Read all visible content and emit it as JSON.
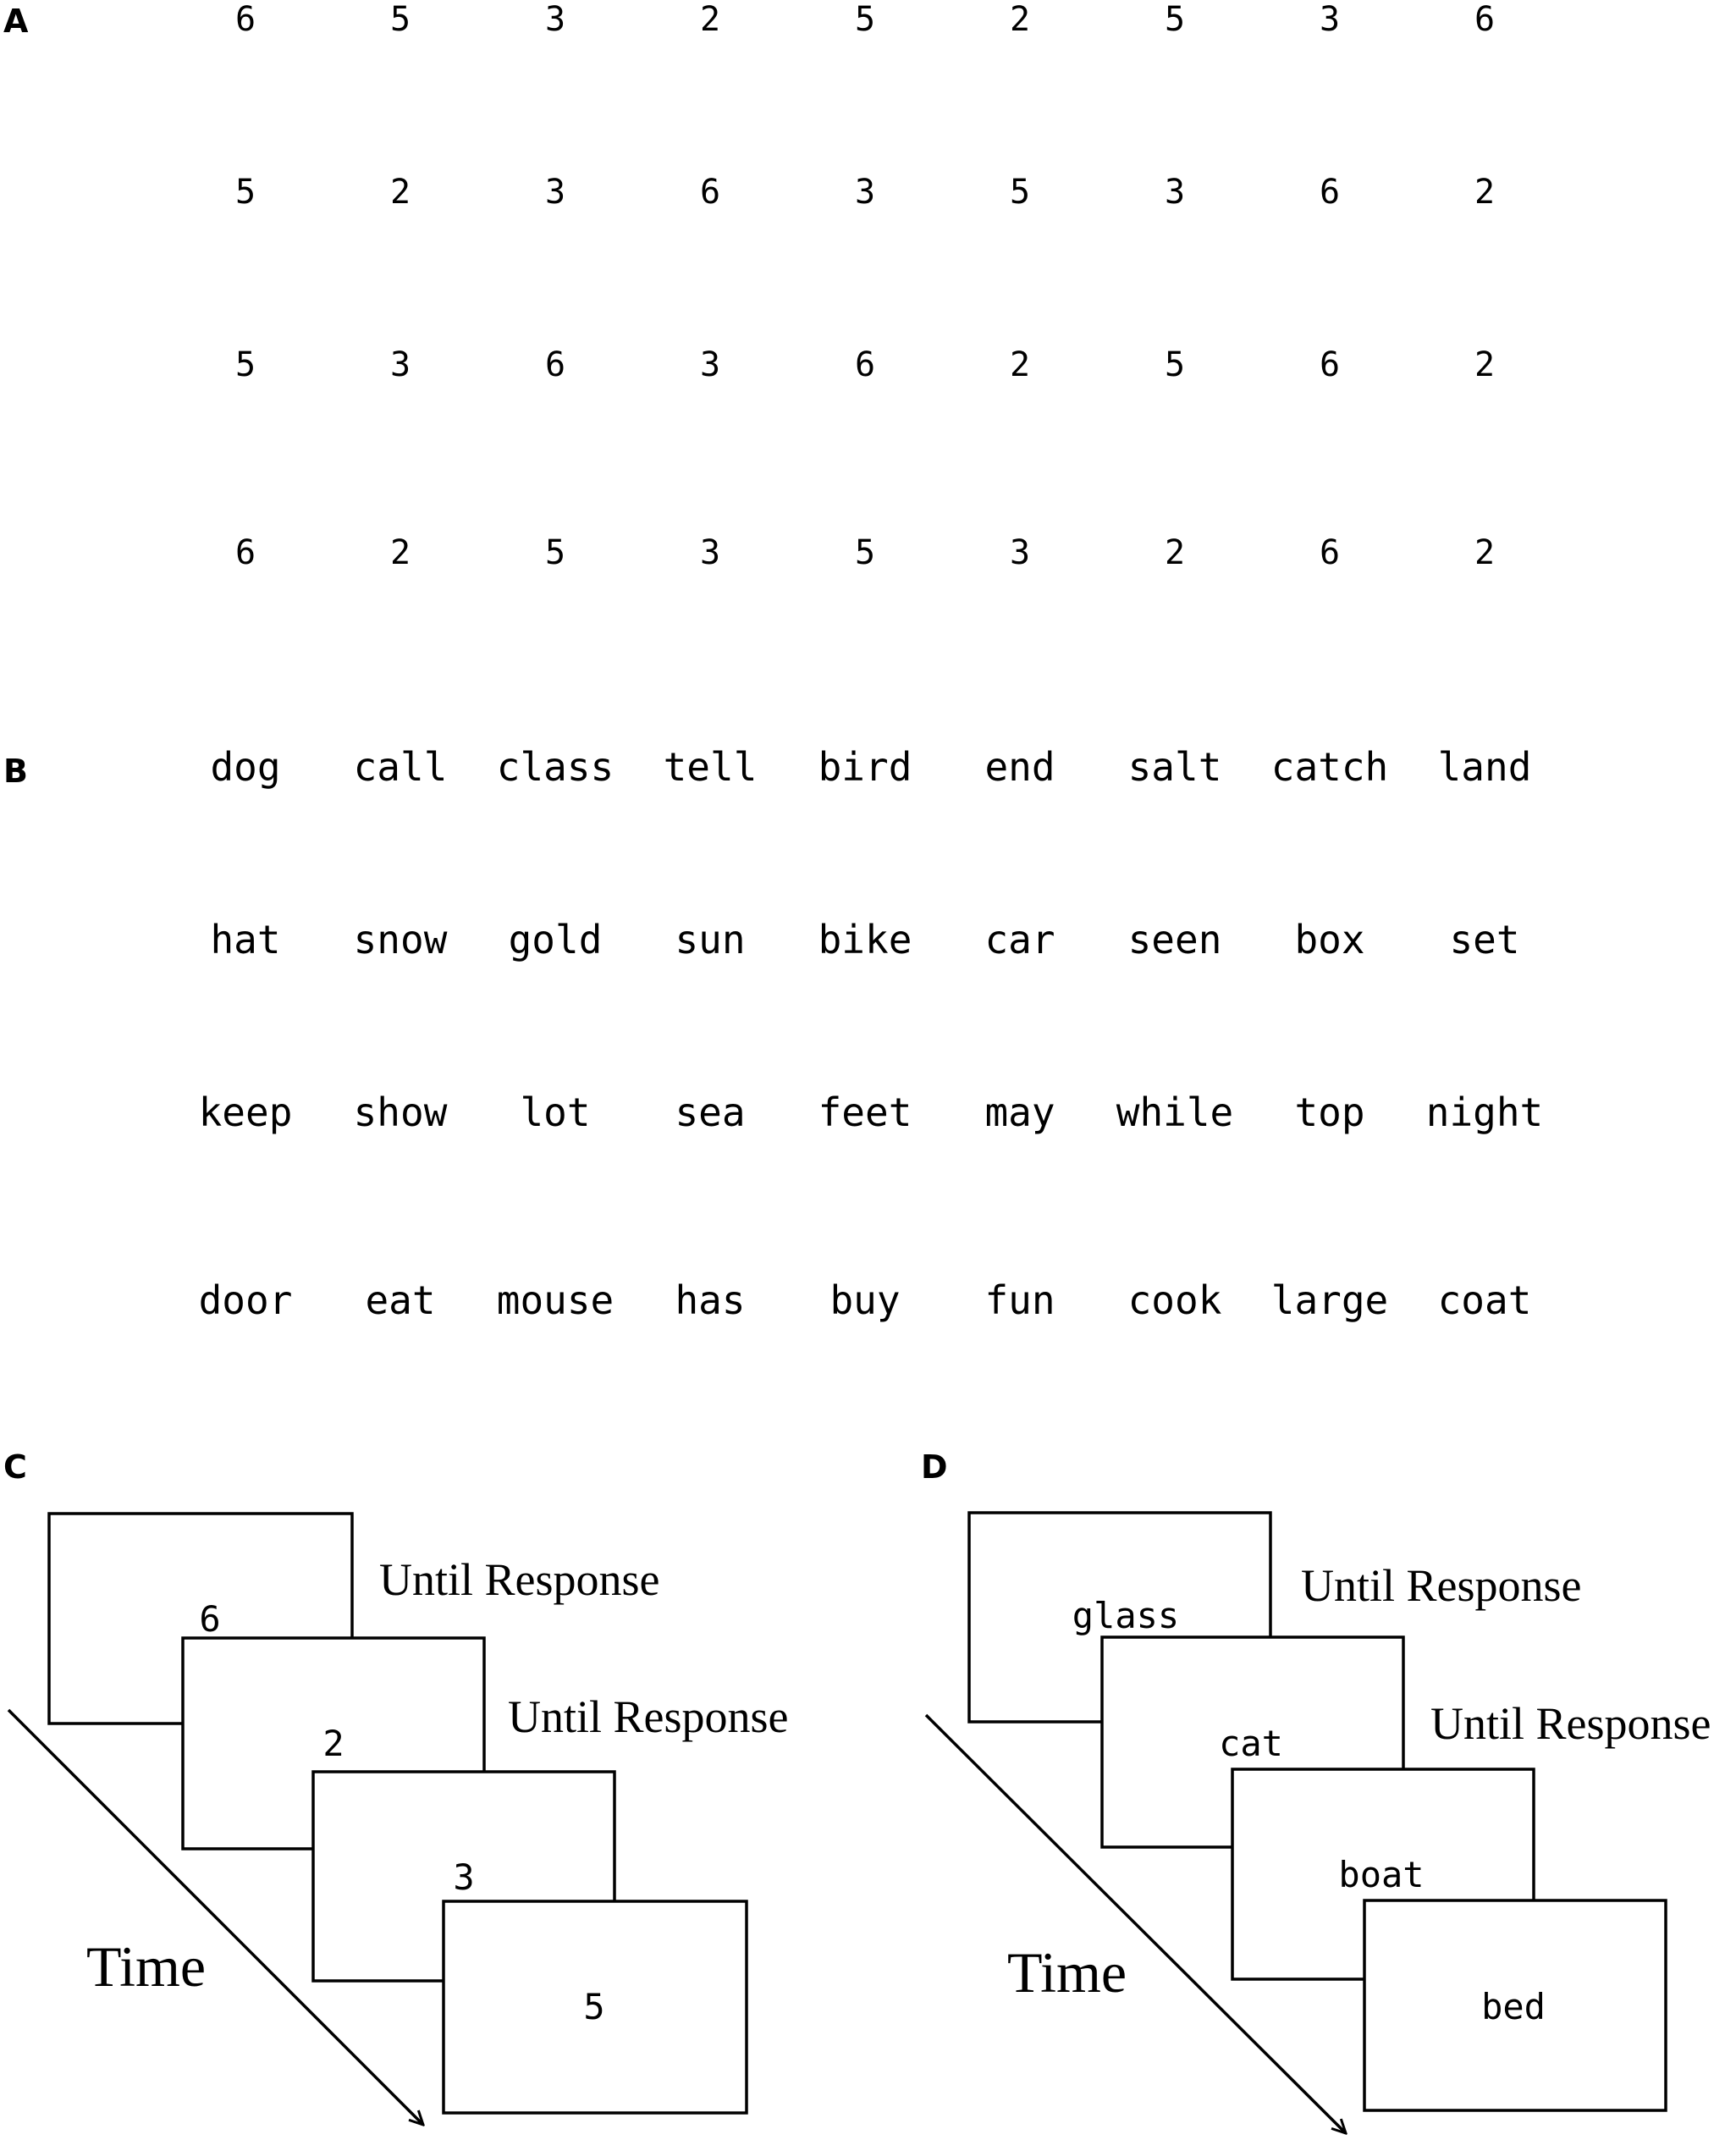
{
  "panels": {
    "A": {
      "letter": "A",
      "rows": [
        [
          "6",
          "5",
          "3",
          "2",
          "5",
          "2",
          "5",
          "3",
          "6"
        ],
        [
          "5",
          "2",
          "3",
          "6",
          "3",
          "5",
          "3",
          "6",
          "2"
        ],
        [
          "5",
          "3",
          "6",
          "3",
          "6",
          "2",
          "5",
          "6",
          "2"
        ],
        [
          "6",
          "2",
          "5",
          "3",
          "5",
          "3",
          "2",
          "6",
          "2"
        ]
      ]
    },
    "B": {
      "letter": "B",
      "rows": [
        [
          "dog",
          "call",
          "class",
          "tell",
          "bird",
          "end",
          "salt",
          "catch",
          "land"
        ],
        [
          "hat",
          "snow",
          "gold",
          "sun",
          "bike",
          "car",
          "seen",
          "box",
          "set"
        ],
        [
          "keep",
          "show",
          "lot",
          "sea",
          "feet",
          "may",
          "while",
          "top",
          "night"
        ],
        [
          "door",
          "eat",
          "mouse",
          "has",
          "buy",
          "fun",
          "cook",
          "large",
          "coat"
        ]
      ]
    },
    "C": {
      "letter": "C",
      "stimuli": [
        "6",
        "2",
        "3",
        "5"
      ],
      "durations": [
        "Until Response",
        "Until Response"
      ],
      "time_label": "Time"
    },
    "D": {
      "letter": "D",
      "stimuli": [
        "glass",
        "cat",
        "boat",
        "bed"
      ],
      "durations": [
        "Until Response",
        "Until Response"
      ],
      "time_label": "Time"
    }
  }
}
